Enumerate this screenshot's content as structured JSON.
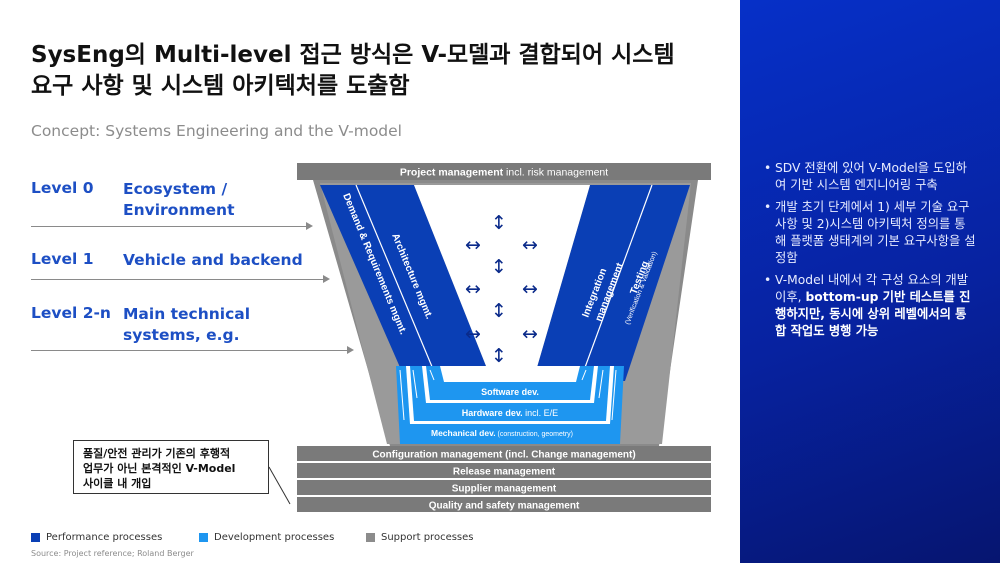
{
  "title_line1": "SysEng의 Multi-level 접근 방식은 V-모델과 결합되어 시스템",
  "title_line2": "요구 사항 및 시스템 아키텍처를 도출함",
  "subtitle": "Concept: Systems Engineering and the V-model",
  "levels": [
    {
      "level": "Level 0",
      "desc_line1": "Ecosystem /",
      "desc_line2": "Environment"
    },
    {
      "level": "Level 1",
      "desc_line1": "Vehicle and backend",
      "desc_line2": ""
    },
    {
      "level": "Level 2-n",
      "desc_line1": "Main technical",
      "desc_line2": "systems, e.g."
    }
  ],
  "diagram": {
    "project_bar_bold": "Project management",
    "project_bar_rest": " incl. risk management",
    "left_outer": "Demand & Requirements mgmt.",
    "left_inner": "Architecture mgmt.",
    "right_inner_1": "Integration",
    "right_inner_2": "management",
    "right_outer_1": "Testing",
    "right_outer_2": "(Verification & Validation)",
    "software": "Software dev.",
    "hardware_bold": "Hardware dev.",
    "hardware_rest": " incl. E/E",
    "mechanical_bold": "Mechanical dev.",
    "mechanical_rest": " (construction, geometry)",
    "support_bars": [
      "Configuration management (incl. Change management)",
      "Release management",
      "Supplier management",
      "Quality and safety  management"
    ],
    "arrow_h": "↔",
    "arrow_v": "↕"
  },
  "callout": {
    "line1": "품질/안전 관리가 기존의 후행적",
    "line2": "업무가 아닌 본격적인 V-Model",
    "line3": "사이클 내 개입"
  },
  "legend": [
    {
      "label": "Performance processes",
      "color": "#0a3fb5"
    },
    {
      "label": "Development processes",
      "color": "#1e96f0"
    },
    {
      "label": "Support processes",
      "color": "#8c8c8c"
    }
  ],
  "source": "Source: Project reference; Roland Berger",
  "panel": {
    "bullet1": "SDV 전환에 있어 V-Model을 도입하여 기반 시스템 엔지니어링 구축",
    "bullet2": "개발 초기 단계에서 1) 세부 기술 요구사항 및 2)시스템 아키텍처 정의를 통해 플랫폼 생태계의 기본 요구사항을 설정함",
    "bullet3_normal": "V-Model 내에서 각 구성 요소의 개발 이후, ",
    "bullet3_bold": "bottom-up 기반 테스트를 진행하지만, 동시에 상위 레벨에서의 통합 작업도 병행 가능"
  },
  "colors": {
    "performance": "#0a3fb5",
    "development": "#1e96f0",
    "support": "#7a7a7a",
    "panel": "#0630c8",
    "level_text": "#1d4fc4"
  }
}
